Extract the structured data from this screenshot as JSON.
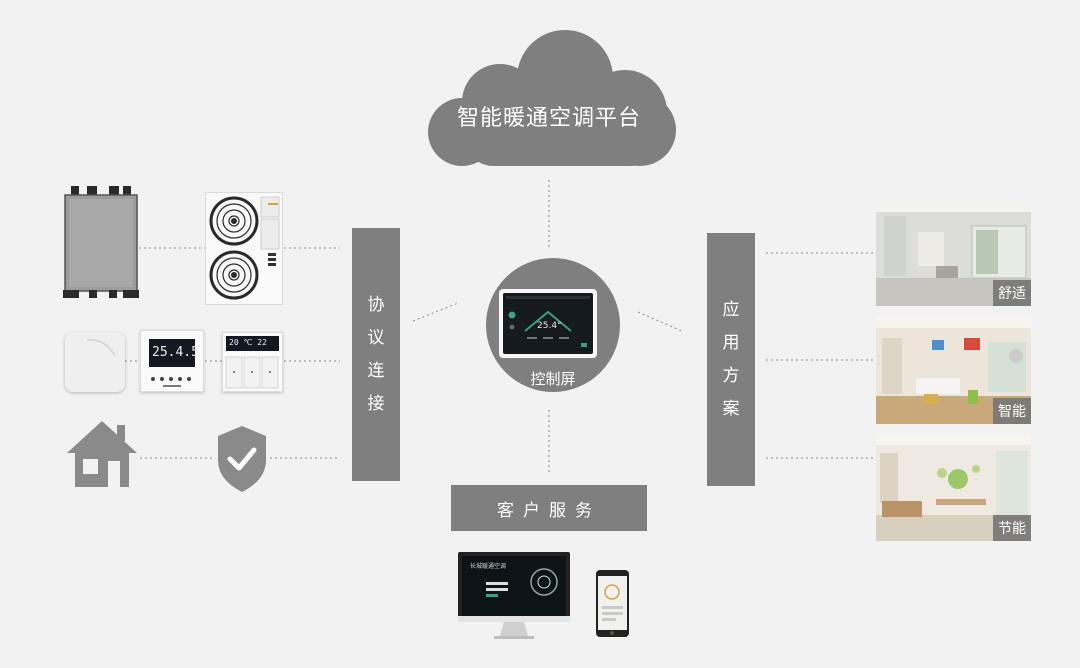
{
  "cloud": {
    "label": "智能暖通空调平台"
  },
  "protocol_bar": {
    "chars": [
      "协",
      "议",
      "连",
      "接"
    ]
  },
  "solution_bar": {
    "chars": [
      "应",
      "用",
      "方",
      "案"
    ]
  },
  "center": {
    "label": "控制屏",
    "screen_temp": "25.4°"
  },
  "service_bar": {
    "label": "客户服务"
  },
  "devices": {
    "thermostat_a_reading": "25.4.5",
    "thermostat_b_reading": "20 ℃ 22",
    "monitor_title": "长城暖通空调"
  },
  "rooms": [
    {
      "tag": "舒适"
    },
    {
      "tag": "智能"
    },
    {
      "tag": "节能"
    }
  ],
  "colors": {
    "background": "#f2f2f2",
    "block": "#7f7f7f",
    "line": "#8a8a8a",
    "accent_green": "#3aa07f"
  },
  "icons": [
    "cloud-icon",
    "house-icon",
    "shield-check-icon"
  ]
}
